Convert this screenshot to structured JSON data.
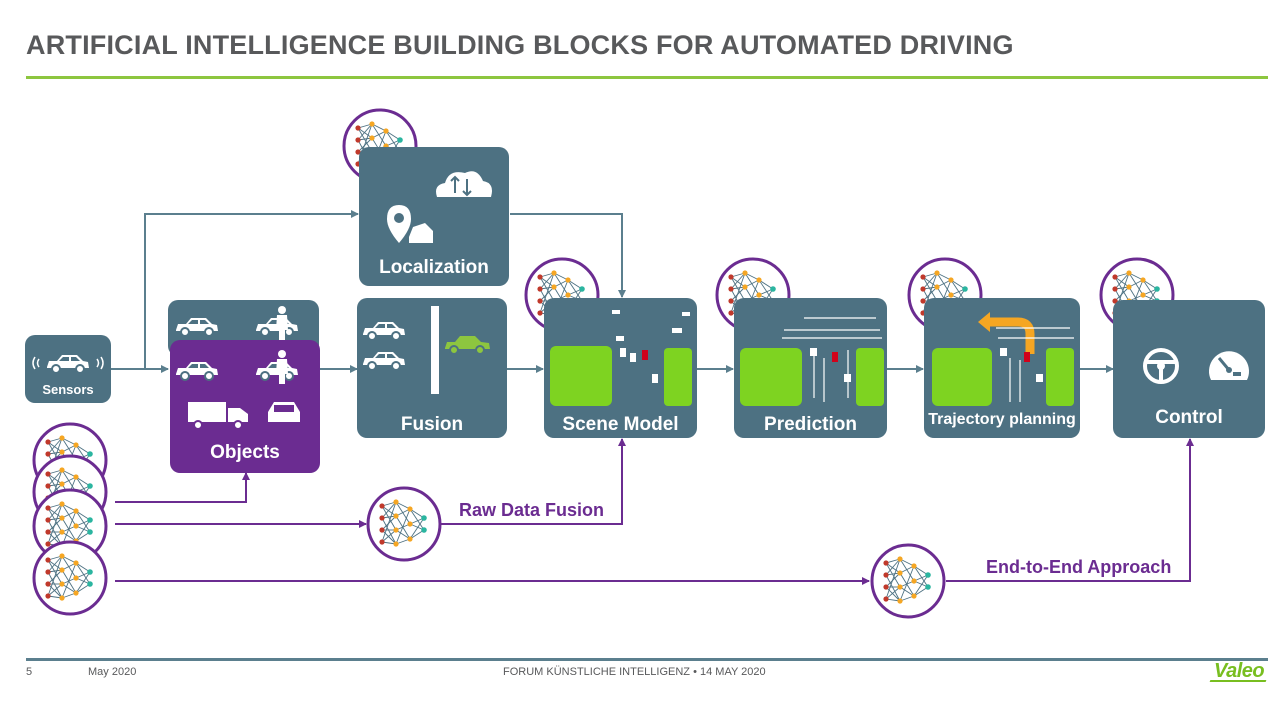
{
  "slide": {
    "title": "ARTIFICIAL INTELLIGENCE BUILDING BLOCKS FOR AUTOMATED DRIVING"
  },
  "blocks": {
    "sensors": "Sensors",
    "objects": "Objects",
    "localization": "Localization",
    "fusion": "Fusion",
    "scene_model": "Scene Model",
    "prediction": "Prediction",
    "trajectory_planning": "Trajectory planning",
    "control": "Control"
  },
  "approaches": {
    "raw_data_fusion": "Raw Data Fusion",
    "end_to_end": "End-to-End Approach"
  },
  "footer": {
    "page_number": "5",
    "date": "May 2020",
    "event": "FORUM KÜNSTLICHE INTELLIGENZ  •  14 MAY 2020",
    "logo": "Valeo"
  },
  "colors": {
    "block": "#4d7182",
    "objects_block": "#6b2c91",
    "arrow": "#5b7f8e",
    "ai_arrow": "#6b2c91",
    "accent_green": "#8dc63f",
    "title_rule": "#8dc63f"
  },
  "icons": [
    "neural-network-icon",
    "car-icon",
    "pedestrian-icon",
    "truck-icon",
    "cloud-sync-icon",
    "map-pin-icon",
    "steering-wheel-icon",
    "speedometer-icon"
  ]
}
